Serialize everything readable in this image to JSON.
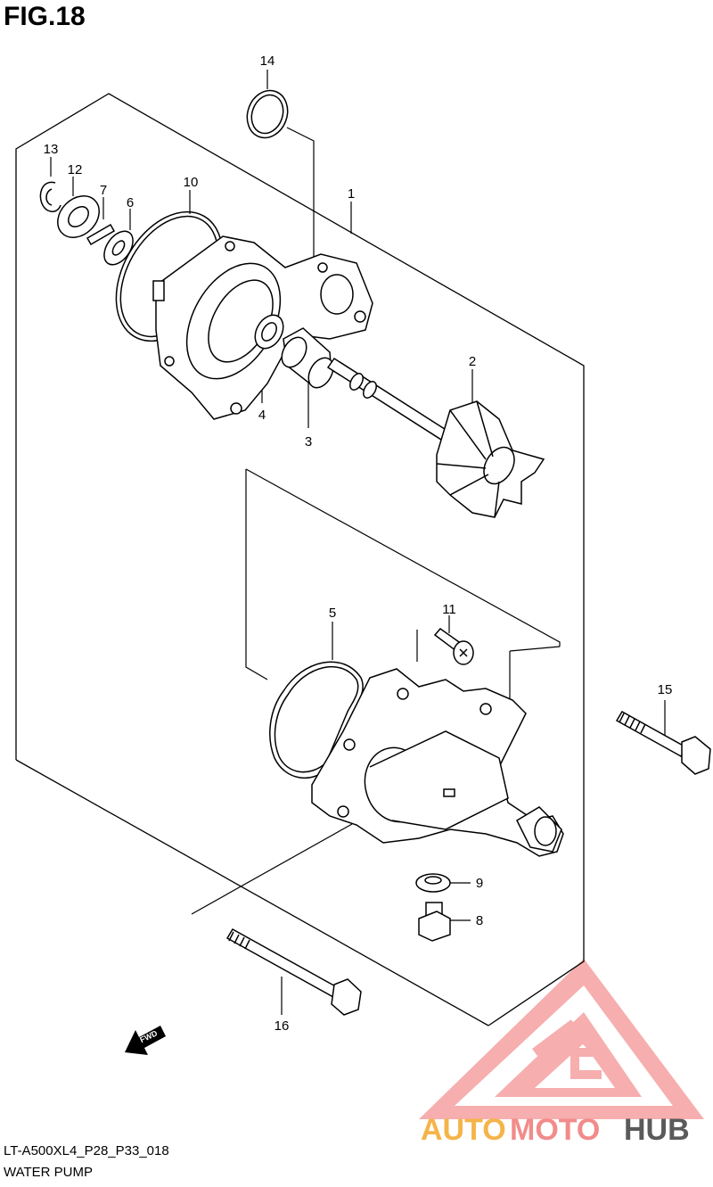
{
  "figure": {
    "title": "FIG.18"
  },
  "captions": {
    "model_code": "LT-A500XL4_P28_P33_018",
    "section": "WATER PUMP"
  },
  "parts": [
    {
      "id": "1",
      "label": "1"
    },
    {
      "id": "2",
      "label": "2"
    },
    {
      "id": "3",
      "label": "3"
    },
    {
      "id": "4",
      "label": "4"
    },
    {
      "id": "5",
      "label": "5"
    },
    {
      "id": "6",
      "label": "6"
    },
    {
      "id": "7",
      "label": "7"
    },
    {
      "id": "8",
      "label": "8"
    },
    {
      "id": "9",
      "label": "9"
    },
    {
      "id": "10",
      "label": "10"
    },
    {
      "id": "11",
      "label": "11"
    },
    {
      "id": "12",
      "label": "12"
    },
    {
      "id": "13",
      "label": "13"
    },
    {
      "id": "14",
      "label": "14"
    },
    {
      "id": "15",
      "label": "15"
    },
    {
      "id": "16",
      "label": "16"
    }
  ],
  "direction_arrow": {
    "label": "FWD"
  },
  "watermark": {
    "part_a": "AUTO",
    "part_b": "MOTO",
    "part_c": "HUB",
    "colors": {
      "orange": "#f5b44a",
      "red": "#f28b8b",
      "gray": "#5a5a5a"
    }
  }
}
